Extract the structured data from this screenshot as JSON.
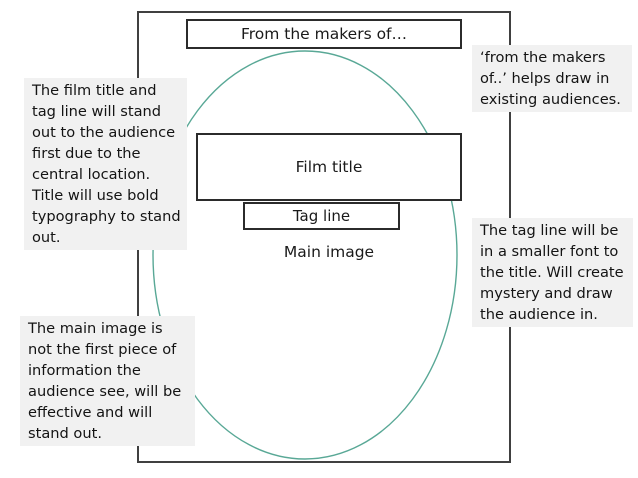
{
  "poster": {
    "from_makers_label": "From the makers of…",
    "film_title_label": "Film title",
    "tag_line_label": "Tag line",
    "main_image_label": "Main image"
  },
  "annotations": [
    {
      "id": "title-tagline",
      "text": "The film title and tag line will stand out to the audience first due to the central location. Title will use bold typography to stand out."
    },
    {
      "id": "from-makers",
      "text": "‘from the makers of..’ helps draw in existing audiences."
    },
    {
      "id": "tag-line",
      "text": "The tag line will be in a smaller font to the title. Will create mystery and draw the audience in."
    },
    {
      "id": "main-image",
      "text": "The main image is not the first piece of information the audience see, will be effective and will stand out."
    }
  ],
  "colors": {
    "frame_stroke": "#404040",
    "box_stroke": "#2b2b2b",
    "ellipse_stroke": "#59a896",
    "annotation_background": "#f1f1f1",
    "page_background": "#ffffff",
    "text": "#141414"
  }
}
